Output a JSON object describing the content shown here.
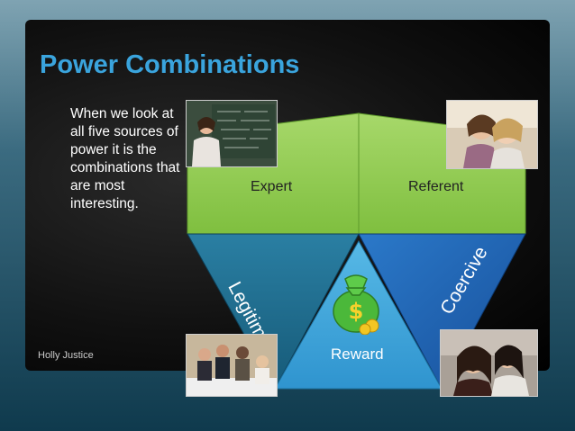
{
  "title": "Power Combinations",
  "body_text": "When we look at all five sources of power it is the combinations that are most interesting.",
  "author": "Holly Justice",
  "labels": {
    "expert": "Expert",
    "referent": "Referent",
    "legitimate": "Legitimate",
    "coercive": "Coercive",
    "reward": "Reward"
  },
  "colors": {
    "title": "#3aa4dd",
    "top_panels": "#8cc84b",
    "legitimate": "#1e6f8e",
    "coercive": "#1d63b0",
    "reward": "#4aa8dc"
  },
  "icons": [
    "money-bag-icon",
    "teacher-photo",
    "friends-photo",
    "office-meeting-photo",
    "whispering-photo"
  ]
}
